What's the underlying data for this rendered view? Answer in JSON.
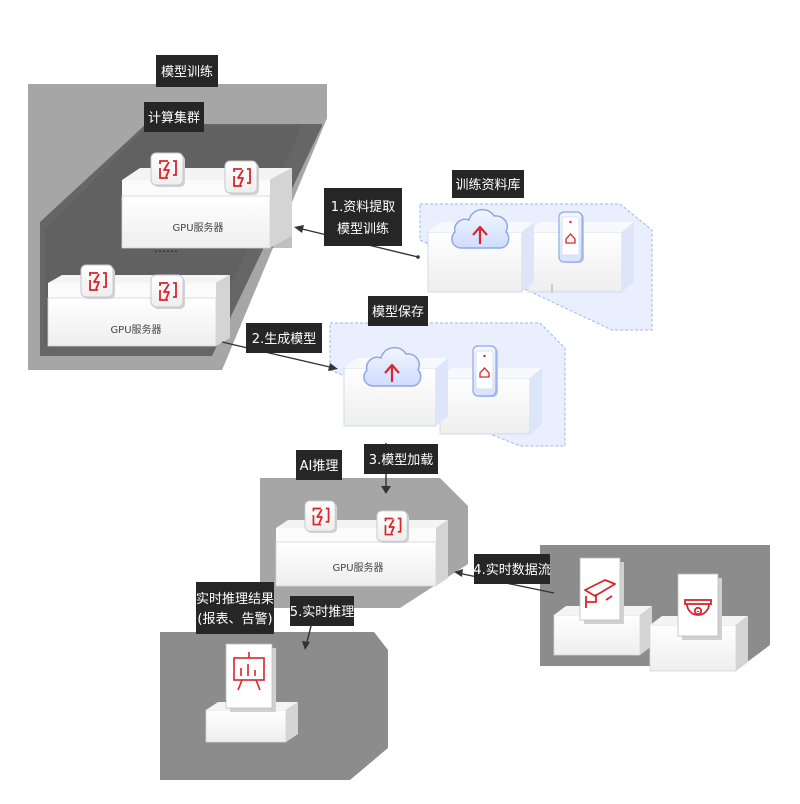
{
  "zones": {
    "training_title": "模型训练",
    "cluster_title": "计算集群",
    "dataset_title": "训练资料库",
    "save_title": "模型保存",
    "inference_title": "AI推理",
    "result_title_line1": "实时推理结果",
    "result_title_line2": "(报表、告警)"
  },
  "servers": {
    "cluster_top": "GPU服务器",
    "cluster_bottom": "GPU服务器",
    "inference": "GPU服务器",
    "ellipsis": "……"
  },
  "steps": {
    "step1_line1": "1.资料提取",
    "step1_line2": "模型训练",
    "step2": "2.生成模型",
    "step3": "3.模型加载",
    "step4": "4.实时数据流",
    "step5": "5.实时推理"
  },
  "icons": {
    "chip": "chip-icon",
    "cloud_upload": "cloud-upload-icon",
    "phone": "phone-icon",
    "cctv_camera": "cctv-camera-icon",
    "dome_camera": "dome-camera-icon",
    "report": "report-chart-icon"
  },
  "colors": {
    "accent_red": "#d9252b",
    "label_bg": "#262626",
    "dark_zone": "#666666",
    "mid_zone": "#8c8c8c",
    "light_zone": "#a6a6a6",
    "blue_zone": "#e9efff",
    "blue_border": "#9fb5ee"
  }
}
